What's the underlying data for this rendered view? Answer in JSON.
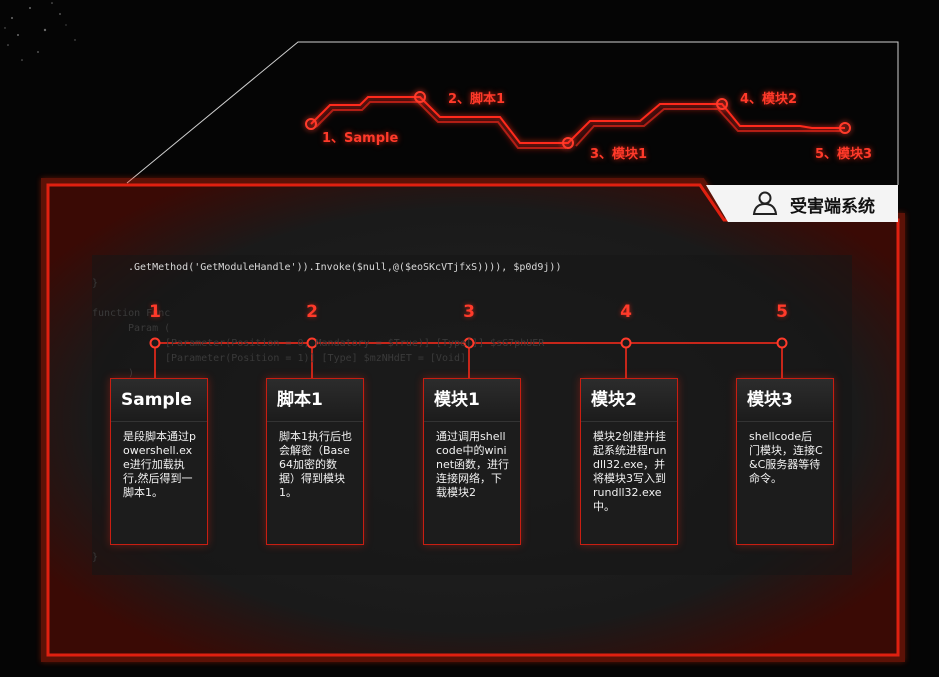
{
  "header_flow": {
    "steps": [
      {
        "label": "1、Sample"
      },
      {
        "label": "2、脚本1"
      },
      {
        "label": "3、模块1"
      },
      {
        "label": "4、模块2"
      },
      {
        "label": "5、模块3"
      }
    ]
  },
  "tab": {
    "label": "受害端系统",
    "icon": "user-icon"
  },
  "code": {
    "line1": ".GetMethod('GetModuleHandle')).Invoke($null,@($eoSKcVTjfxS)))), $p0d9j))",
    "line2": "}",
    "line3": "function Func",
    "line4": "Param (",
    "line5": "[Parameter(Position = 0, Mandatory = $True)] [Type[]] $sG7phUER",
    "line6": "[Parameter(Position = 1)] [Type] $mzNHdET = [Void]",
    "line7": ")",
    "line8": "}"
  },
  "stages": [
    {
      "number": "1",
      "title": "Sample",
      "desc": "是段脚本通过powershell.exe进行加载执行,然后得到一脚本1。"
    },
    {
      "number": "2",
      "title": "脚本1",
      "desc": "脚本1执行后也会解密（Base64加密的数据）得到模块1。"
    },
    {
      "number": "3",
      "title": "模块1",
      "desc": "通过调用shellcode中的wininet函数，进行连接网络，下载模块2"
    },
    {
      "number": "4",
      "title": "模块2",
      "desc": "模块2创建并挂起系统进程rundll32.exe，并将模块3写入到rundll32.exe中。"
    },
    {
      "number": "5",
      "title": "模块3",
      "desc": "shellcode后门模块，连接C&C服务器等待命令。"
    }
  ],
  "colors": {
    "accent": "#ff2a1a",
    "card_border": "#c81e12",
    "panel_bg": "#1b1b1b"
  }
}
